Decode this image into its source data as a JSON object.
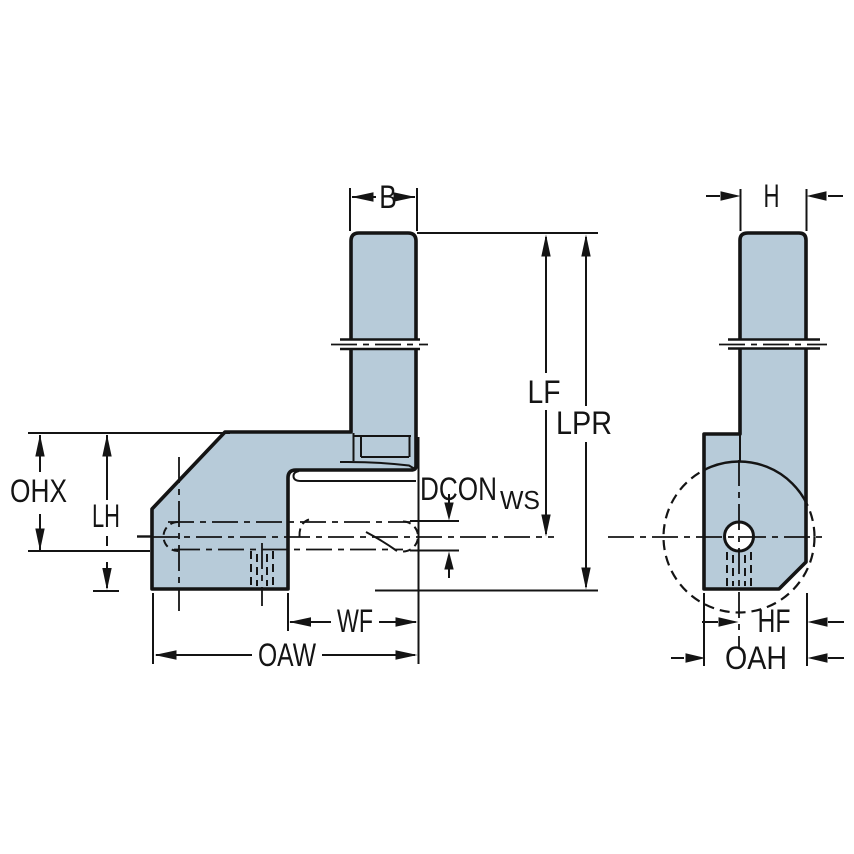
{
  "colors": {
    "part_fill": "#b7cbd9",
    "line": "#141414",
    "background": "#ffffff"
  },
  "dimension_labels": {
    "b": "B",
    "h": "H",
    "lf": "LF",
    "lpr": "LPR",
    "dcon": "DCON",
    "dcon_subscript": "WS",
    "ohx": "OHX",
    "lh": "LH",
    "wf": "WF",
    "oaw": "OAW",
    "hf": "HF",
    "oah": "OAH"
  }
}
